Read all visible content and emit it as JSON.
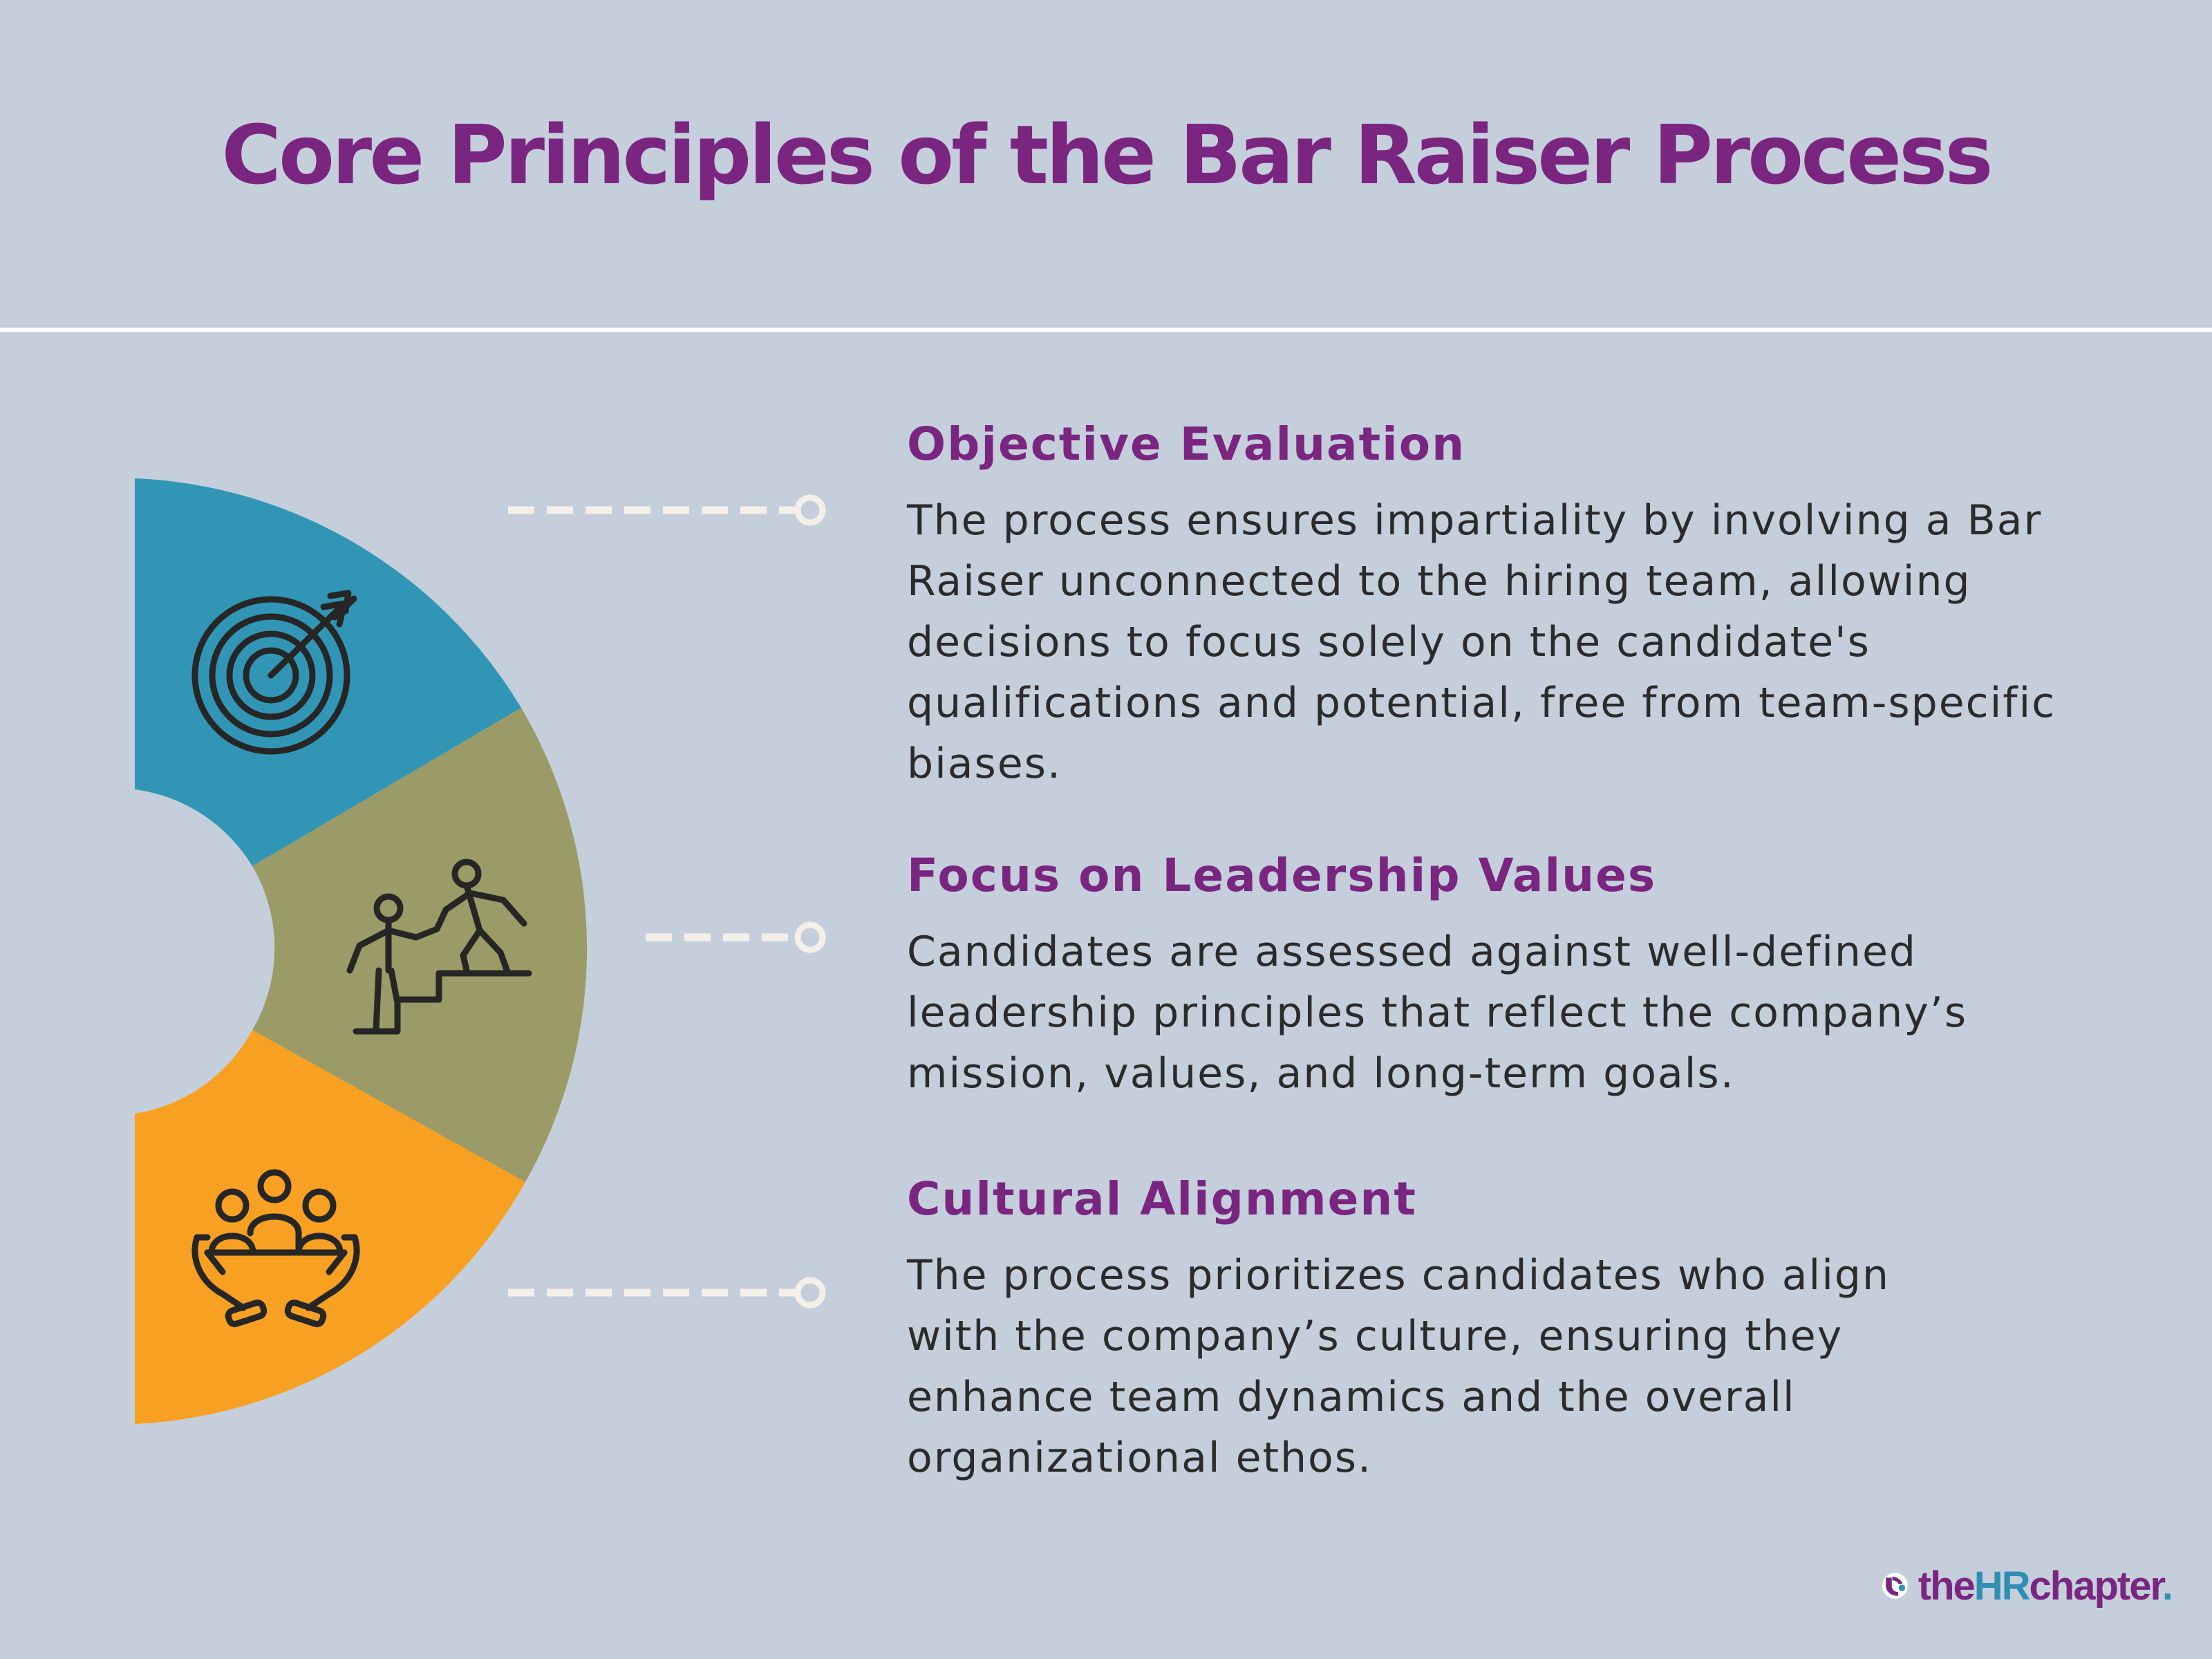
{
  "title": "Core Principles of the Bar Raiser Process",
  "principles": [
    {
      "heading": "Objective Evaluation",
      "text": "The process ensures impartiality by involving a Bar Raiser unconnected to the hiring team, allowing decisions to focus solely on the candidate's qualifications and potential, free from team-specific biases.",
      "icon": "target-icon",
      "color": "#3196b5"
    },
    {
      "heading": "Focus on Leadership Values",
      "text": "Candidates are assessed against well-defined leadership principles that reflect the company’s mission, values, and long-term goals.",
      "icon": "mentor-climbing-stairs-icon",
      "color": "#9a9b66"
    },
    {
      "heading": "Cultural Alignment",
      "text": "The process prioritizes candidates who align with the company’s culture, ensuring they enhance team dynamics and the overall organizational ethos.",
      "icon": "team-in-hands-icon",
      "color": "#f7a021"
    }
  ],
  "logo": {
    "pre": "the",
    "accent": "HR",
    "post": "chapter",
    "dot": "."
  },
  "colors": {
    "background": "#c5cfdc",
    "title": "#7a2680",
    "body_text": "#2b2b2b",
    "connector": "#f4efe8"
  }
}
